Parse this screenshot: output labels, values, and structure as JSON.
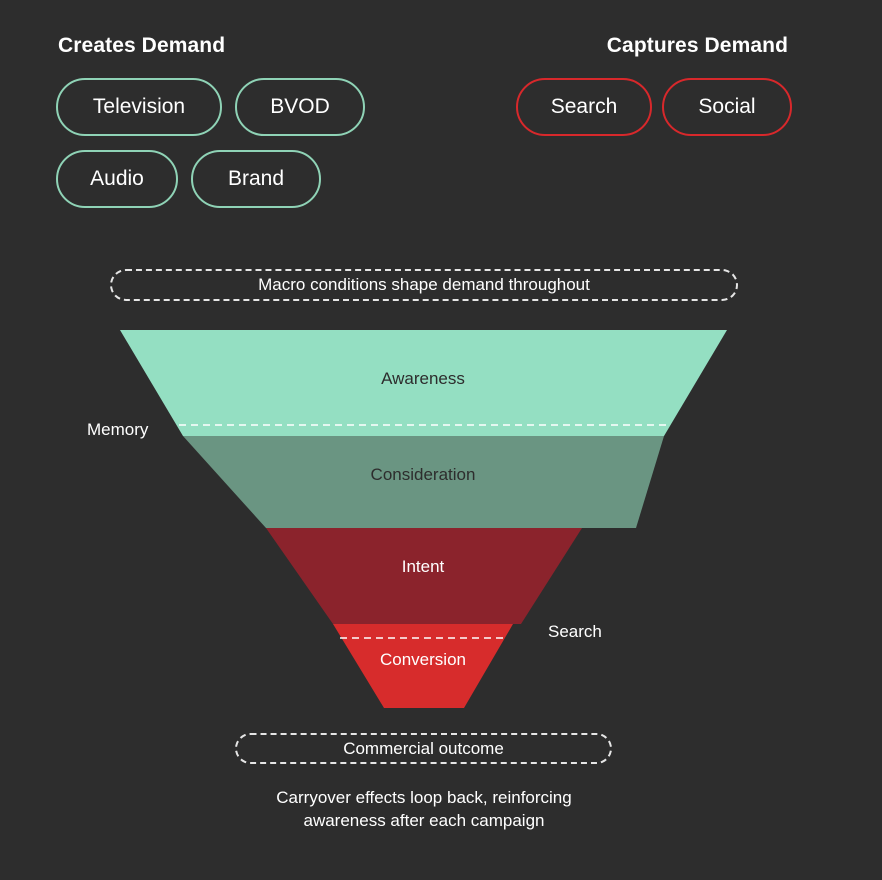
{
  "creates": {
    "heading": "Creates Demand",
    "items": [
      "Television",
      "BVOD",
      "Audio",
      "Brand"
    ],
    "color": "#8fd3b6"
  },
  "captures": {
    "heading": "Captures Demand",
    "items": [
      "Search",
      "Social"
    ],
    "color": "#d8282b"
  },
  "macro_label": "Macro conditions shape demand throughout",
  "funnel": {
    "stages": [
      {
        "label": "Awareness",
        "color": "#94dfc2",
        "text_color": "#2d2d2d"
      },
      {
        "label": "Consideration",
        "color": "#6a9582",
        "text_color": "#2d2d2d"
      },
      {
        "label": "Intent",
        "color": "#8b232c",
        "text_color": "#ffffff"
      },
      {
        "label": "Conversion",
        "color": "#d72c2c",
        "text_color": "#ffffff"
      }
    ],
    "memory_label": "Memory",
    "search_label": "Search"
  },
  "outcome_label": "Commercial outcome",
  "footer": {
    "line1": "Carryover effects loop back, reinforcing",
    "line2": "awareness after each campaign"
  }
}
